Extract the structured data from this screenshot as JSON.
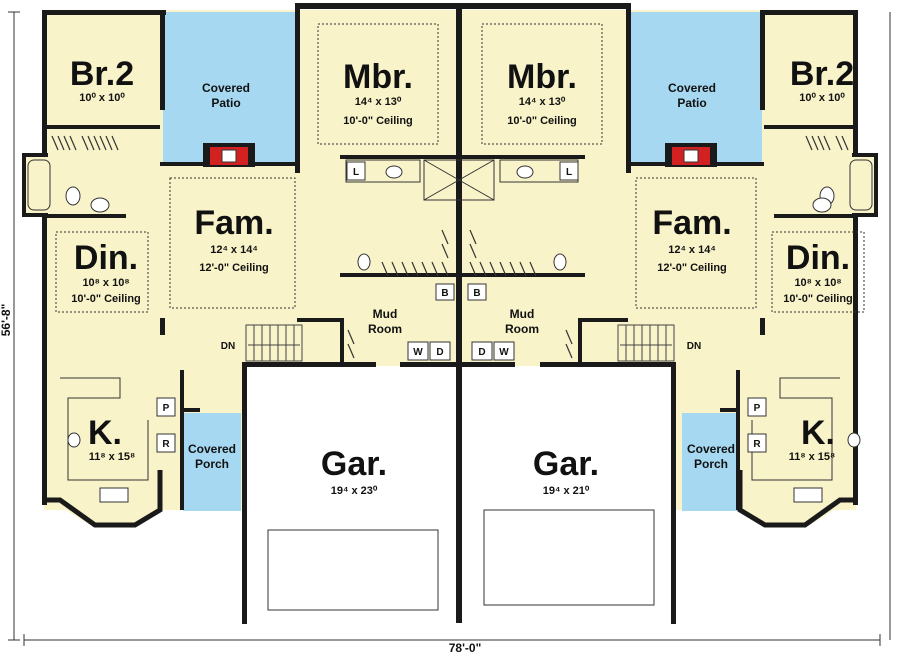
{
  "dimensions": {
    "width": "78'-0\"",
    "depth": "56'-8\""
  },
  "rooms": [
    {
      "id": "br2-left",
      "name": "Br.2",
      "size": "10⁰ x 10⁰"
    },
    {
      "id": "patio-left",
      "name": "Covered",
      "name2": "Patio"
    },
    {
      "id": "mbr-left",
      "name": "Mbr.",
      "size": "14⁴ x 13⁰",
      "ceiling": "10'-0\" Ceiling"
    },
    {
      "id": "mbr-right",
      "name": "Mbr.",
      "size": "14⁴ x 13⁰",
      "ceiling": "10'-0\" Ceiling"
    },
    {
      "id": "patio-right",
      "name": "Covered",
      "name2": "Patio"
    },
    {
      "id": "br2-right",
      "name": "Br.2",
      "size": "10⁰ x 10⁰"
    },
    {
      "id": "fam-left",
      "name": "Fam.",
      "size": "12⁴ x 14⁴",
      "ceiling": "12'-0\" Ceiling"
    },
    {
      "id": "fam-right",
      "name": "Fam.",
      "size": "12⁴ x 14⁴",
      "ceiling": "12'-0\" Ceiling"
    },
    {
      "id": "din-left",
      "name": "Din.",
      "size": "10⁸ x 10⁸",
      "ceiling": "10'-0\" Ceiling"
    },
    {
      "id": "din-right",
      "name": "Din.",
      "size": "10⁸ x 10⁸",
      "ceiling": "10'-0\" Ceiling"
    },
    {
      "id": "mud-left",
      "name": "Mud",
      "name2": "Room"
    },
    {
      "id": "mud-right",
      "name": "Mud",
      "name2": "Room"
    },
    {
      "id": "k-left",
      "name": "K.",
      "size": "11⁸ x 15⁸"
    },
    {
      "id": "k-right",
      "name": "K.",
      "size": "11⁸ x 15⁸"
    },
    {
      "id": "porch-left",
      "name": "Covered",
      "name2": "Porch"
    },
    {
      "id": "porch-right",
      "name": "Covered",
      "name2": "Porch"
    },
    {
      "id": "gar-left",
      "name": "Gar.",
      "size": "19⁴ x 23⁰"
    },
    {
      "id": "gar-right",
      "name": "Gar.",
      "size": "19⁴ x 21⁰"
    }
  ],
  "fixture_labels": {
    "linen": "L",
    "bench": "B",
    "washer": "W",
    "dryer": "D",
    "pantry": "P",
    "refrigerator": "R",
    "down": "DN"
  },
  "colors": {
    "floor": "#f8f3c8",
    "patio": "#a6d8f1",
    "garage": "#ffffff",
    "wall": "#1a1a1a",
    "fireplace": "#d32020"
  }
}
